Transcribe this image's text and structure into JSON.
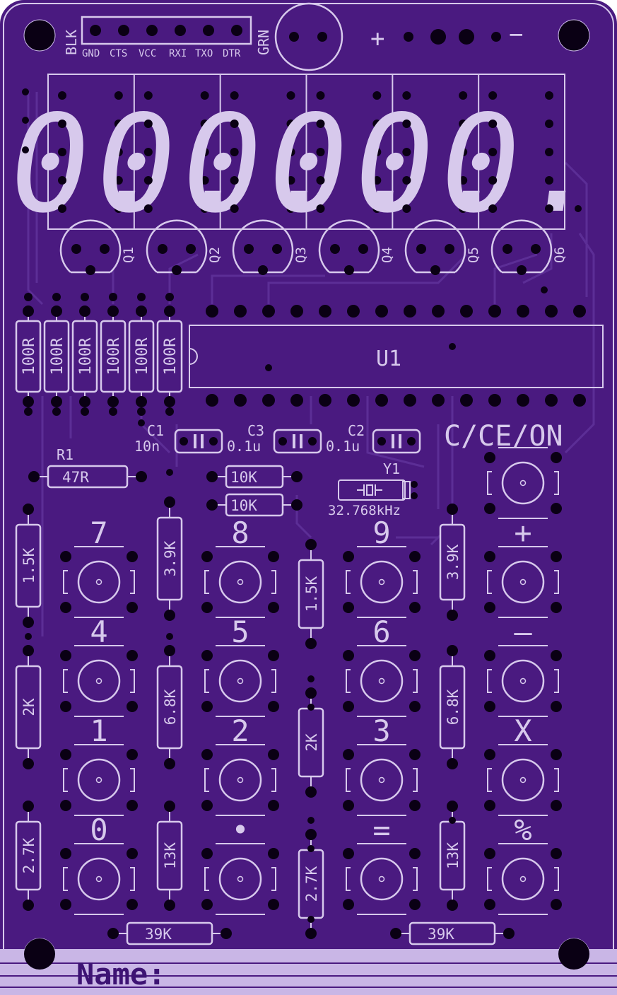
{
  "colors": {
    "board": "#4a1a80",
    "trace": "#5c2e96",
    "silk": "#d7c9ec",
    "pad": "#0a0014",
    "strip": "#c9b6e6",
    "strip_text": "#3d1373"
  },
  "header": {
    "left_label": "BLK",
    "right_label": "GRN",
    "pins": [
      "GND",
      "CTS",
      "VCC",
      "RXI",
      "TXO",
      "DTR"
    ],
    "polarity_plus": "+",
    "polarity_minus": "−"
  },
  "display": {
    "digit_count": 6,
    "digit_glyph": "0.",
    "transistors": [
      "Q1",
      "Q2",
      "Q3",
      "Q4",
      "Q5",
      "Q6"
    ]
  },
  "chip": {
    "label": "U1"
  },
  "resistor_bank": {
    "value": "100R",
    "count": 6
  },
  "capacitors": [
    {
      "ref": "C1",
      "value": "10n"
    },
    {
      "ref": "C3",
      "value": "0.1u"
    },
    {
      "ref": "C2",
      "value": "0.1u"
    }
  ],
  "r1": {
    "ref": "R1",
    "value": "47R"
  },
  "mid_resistors": [
    "10K",
    "10K"
  ],
  "crystal": {
    "ref": "Y1",
    "freq": "32.768kHz"
  },
  "power_key": {
    "label": "C/CE/ON"
  },
  "keys": [
    [
      "7",
      "8",
      "9",
      "+"
    ],
    [
      "4",
      "5",
      "6",
      "—"
    ],
    [
      "1",
      "2",
      "3",
      "X"
    ],
    [
      "0",
      "•",
      "=",
      "%"
    ]
  ],
  "column_resistors": {
    "col1": [
      "1.5K",
      "2K",
      "2.7K"
    ],
    "col2": [
      "3.9K",
      "6.8K",
      "13K"
    ],
    "col3": [
      "1.5K",
      "2K",
      "2.7K"
    ],
    "col4": [
      "3.9K",
      "6.8K",
      "13K"
    ]
  },
  "bottom_resistors": [
    "39K",
    "39K"
  ],
  "name_strip": {
    "label": "Name:"
  }
}
